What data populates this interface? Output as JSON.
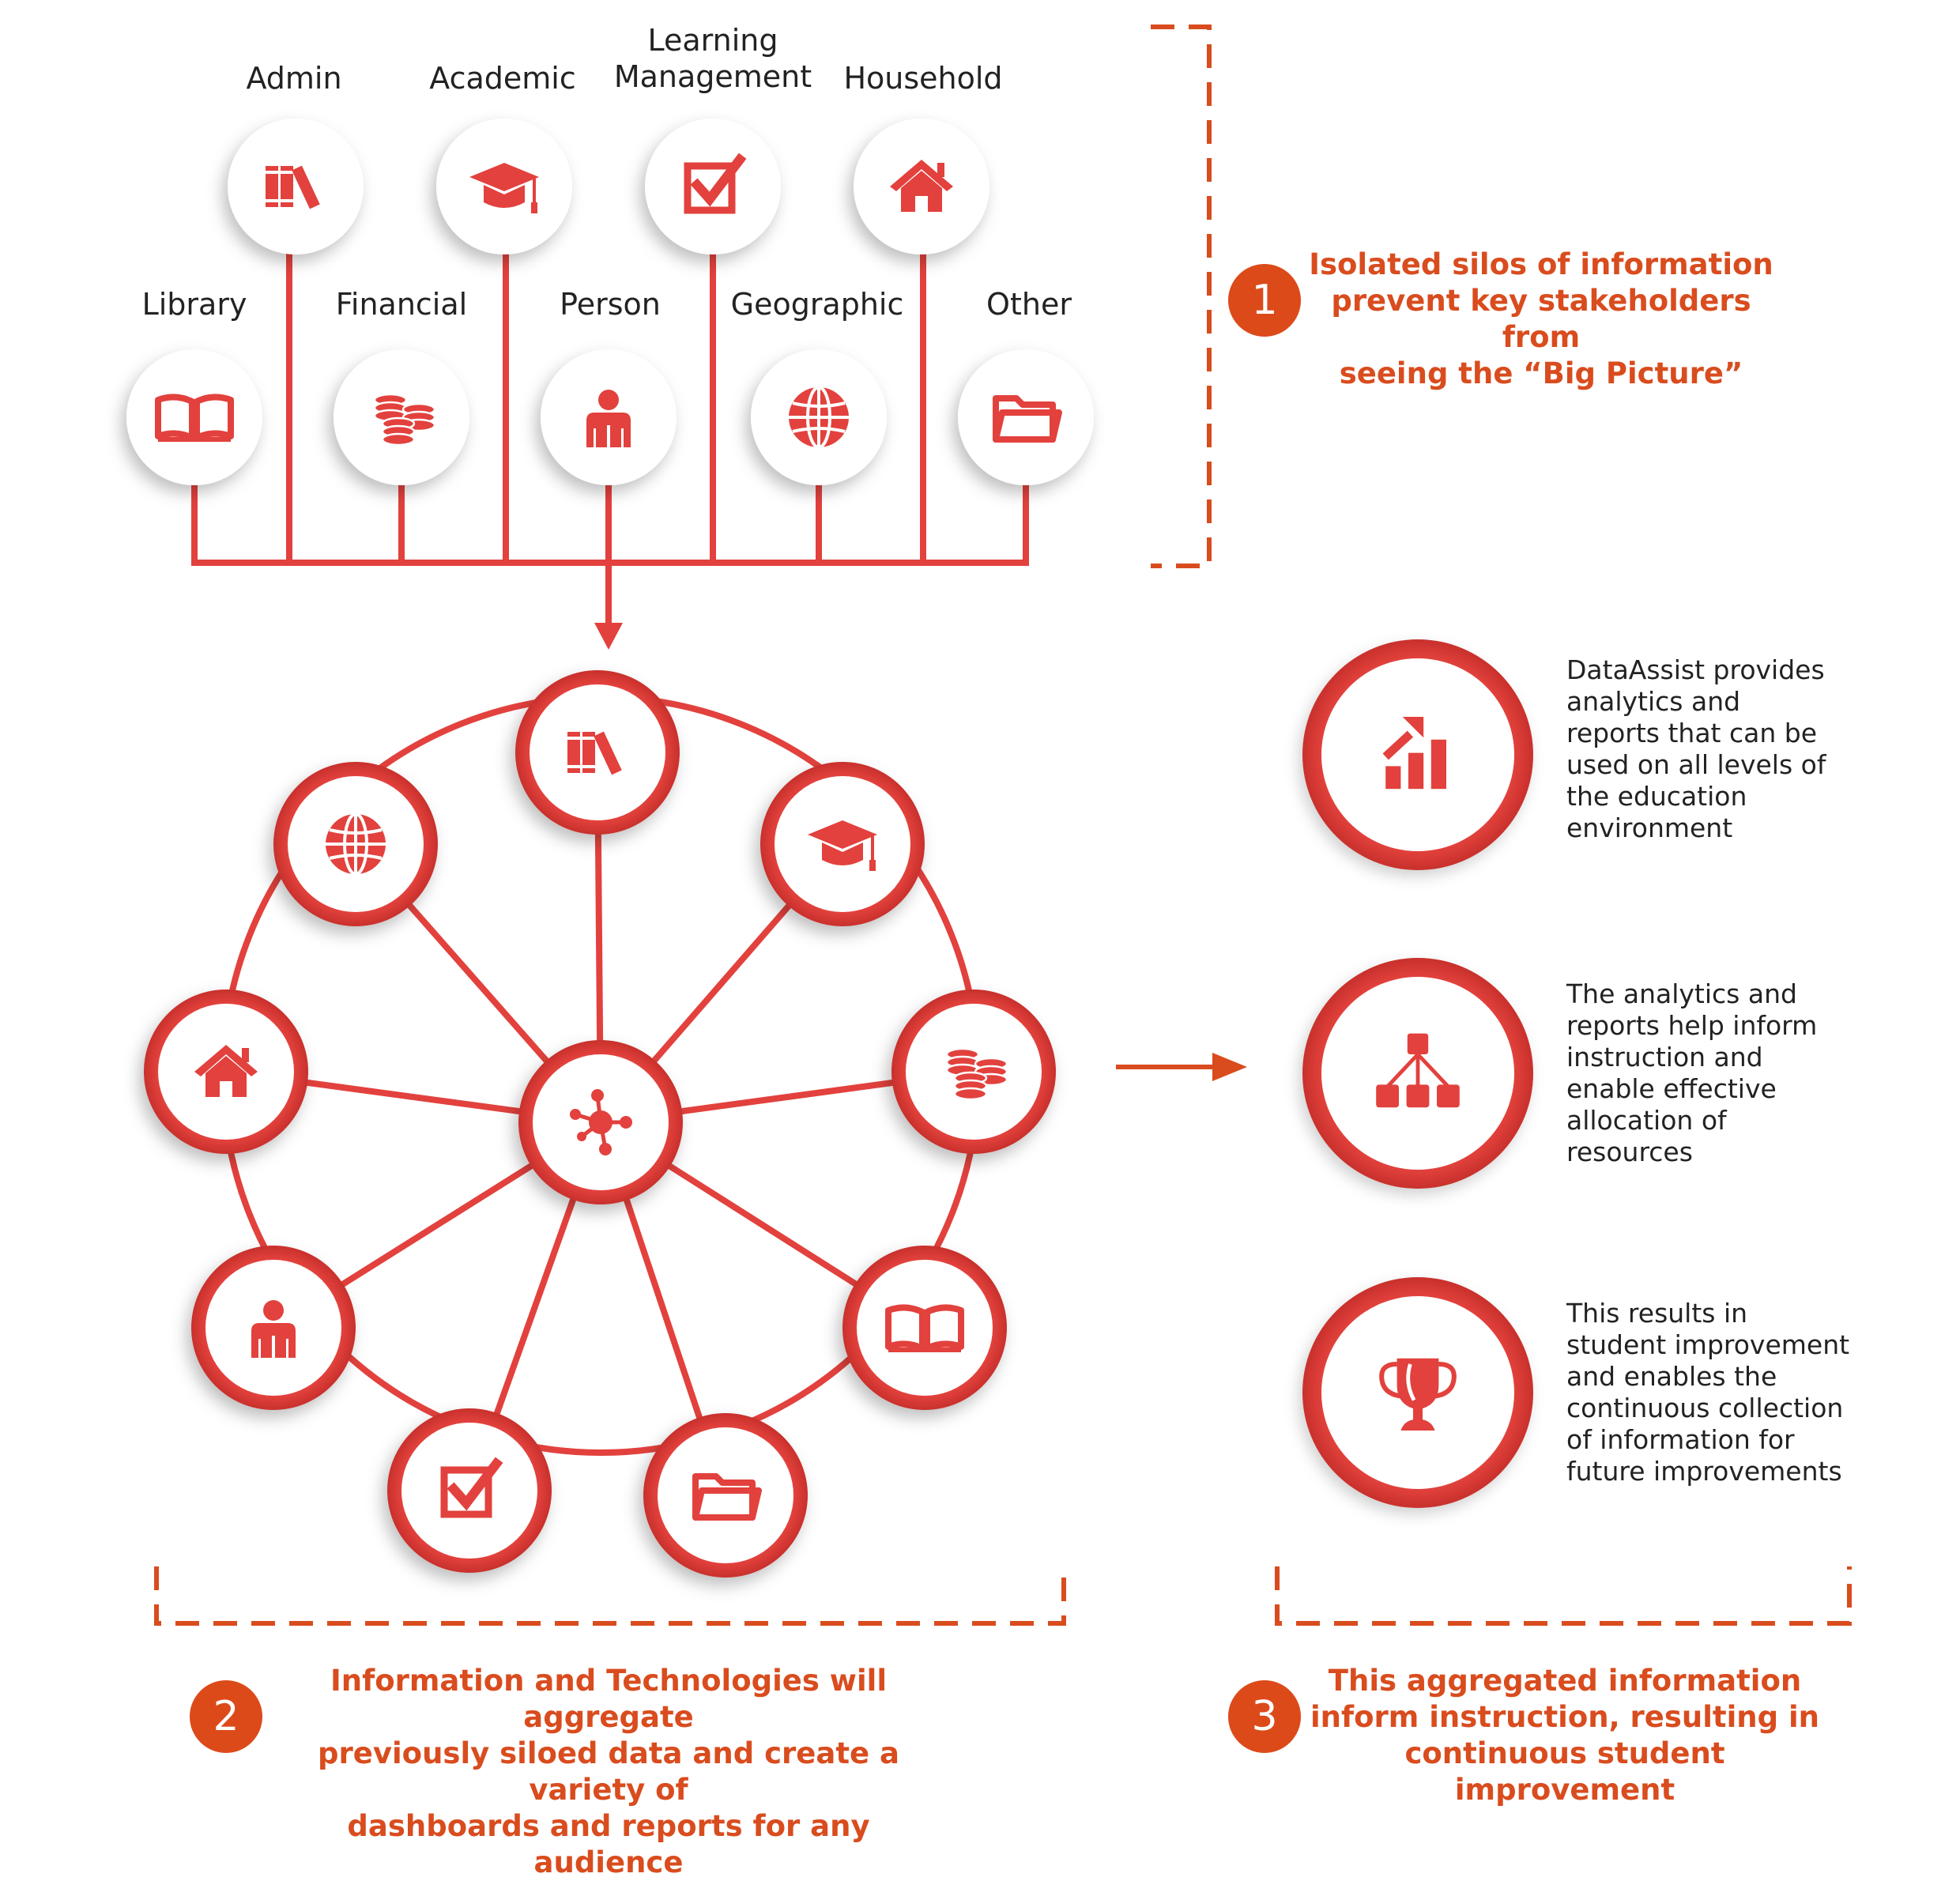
{
  "colors": {
    "red": "#e2413d",
    "orange": "#d94c1e",
    "text": "#222222"
  },
  "silos": {
    "top_row": [
      {
        "label": "Admin",
        "icon": "books-icon"
      },
      {
        "label": "Academic",
        "icon": "graduation-cap-icon"
      },
      {
        "label": "Learning\nManagement",
        "icon": "checkbox-icon"
      },
      {
        "label": "Household",
        "icon": "house-icon"
      }
    ],
    "bottom_row": [
      {
        "label": "Library",
        "icon": "open-book-icon"
      },
      {
        "label": "Financial",
        "icon": "coins-icon"
      },
      {
        "label": "Person",
        "icon": "person-icon"
      },
      {
        "label": "Geographic",
        "icon": "globe-icon"
      },
      {
        "label": "Other",
        "icon": "folder-icon"
      }
    ]
  },
  "hub": {
    "center_icon": "network-hub-icon",
    "ring_icons": [
      "books-icon",
      "graduation-cap-icon",
      "coins-icon",
      "open-book-icon",
      "folder-icon",
      "checkbox-icon",
      "person-icon",
      "house-icon",
      "globe-icon"
    ]
  },
  "steps": [
    {
      "number": "1",
      "text": "Isolated silos of information\nprevent key stakeholders from\nseeing the “Big Picture”"
    },
    {
      "number": "2",
      "text": "Information and Technologies will aggregate\npreviously siloed data and create a variety of\ndashboards and reports for any audience"
    },
    {
      "number": "3",
      "text": "This aggregated information\ninform instruction, resulting in\ncontinuous student improvement"
    }
  ],
  "outcomes": [
    {
      "icon": "bar-chart-growth-icon",
      "text": "DataAssist provides\nanalytics and\nreports that can be\nused on all levels of\nthe education\nenvironment"
    },
    {
      "icon": "hierarchy-icon",
      "text": "The analytics and\nreports help inform\ninstruction and\nenable effective\nallocation of\nresources"
    },
    {
      "icon": "trophy-icon",
      "text": "This results in\nstudent improvement\nand enables the\ncontinuous collection\nof information for\nfuture improvements"
    }
  ]
}
